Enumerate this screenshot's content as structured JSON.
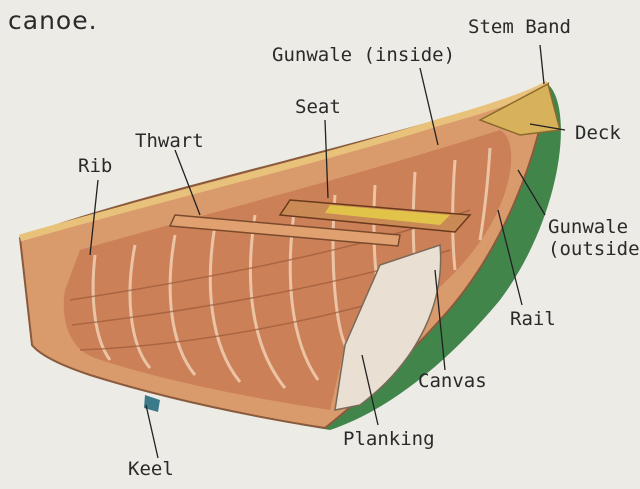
{
  "caption": "canoe.",
  "labels": {
    "stem_band": "Stem Band",
    "gunwale_inside": "Gunwale (inside)",
    "seat": "Seat",
    "deck": "Deck",
    "thwart": "Thwart",
    "rib": "Rib",
    "gunwale_outside_1": "Gunwale",
    "gunwale_outside_2": "(outside)",
    "rail": "Rail",
    "canvas": "Canvas",
    "planking": "Planking",
    "keel": "Keel"
  },
  "colors": {
    "background": "#ecebe6",
    "wood": "#d9956a",
    "rib": "#c77a52",
    "canvas_green": "#2f7a3a",
    "deck": "#d8b25a"
  }
}
